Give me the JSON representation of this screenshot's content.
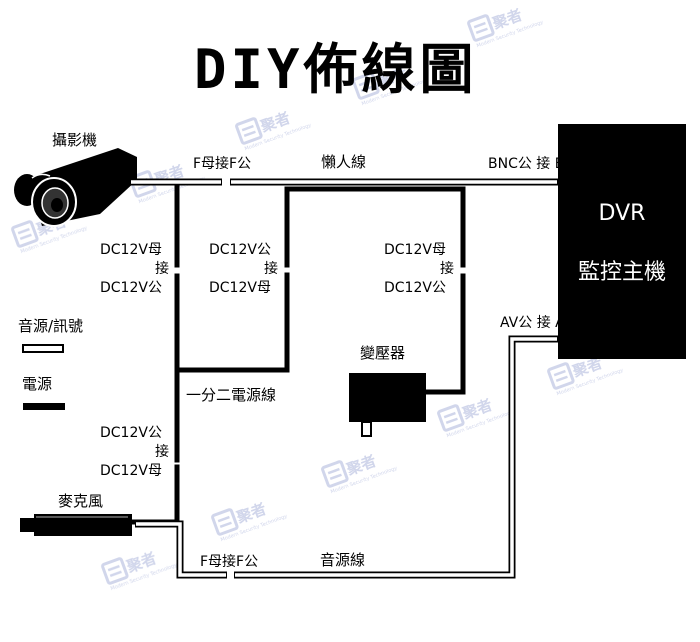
{
  "title": "DIY佈線圖",
  "devices": {
    "camera": "攝影機",
    "dvr_line1": "DVR",
    "dvr_line2": "監控主機",
    "transformer": "變壓器",
    "microphone": "麥克風"
  },
  "legend": {
    "signal": "音源/訊號",
    "power": "電源"
  },
  "cables": {
    "lazy": "懶人線",
    "splitter": "一分二電源線",
    "audio": "音源線"
  },
  "connectors": {
    "cam_f": "F母接F公",
    "bnc": "BNC公 接 BNC母",
    "av": "AV公 接 AV母",
    "audio_f": "F母接F公",
    "a1": "DC12V母",
    "a2": "接",
    "a3": "DC12V公",
    "b1": "DC12V公",
    "b2": "接",
    "b3": "DC12V母",
    "c1": "DC12V母",
    "c2": "接",
    "c3": "DC12V公",
    "d1": "DC12V公",
    "d2": "接",
    "d3": "DC12V母"
  },
  "colors": {
    "wire": "#000000",
    "watermark": "#c9cfe8",
    "dvr_bg": "#000000",
    "dvr_text": "#ffffff"
  },
  "icons": [
    "camera-icon",
    "transformer-icon",
    "microphone-icon",
    "watermark-logo-icon"
  ]
}
